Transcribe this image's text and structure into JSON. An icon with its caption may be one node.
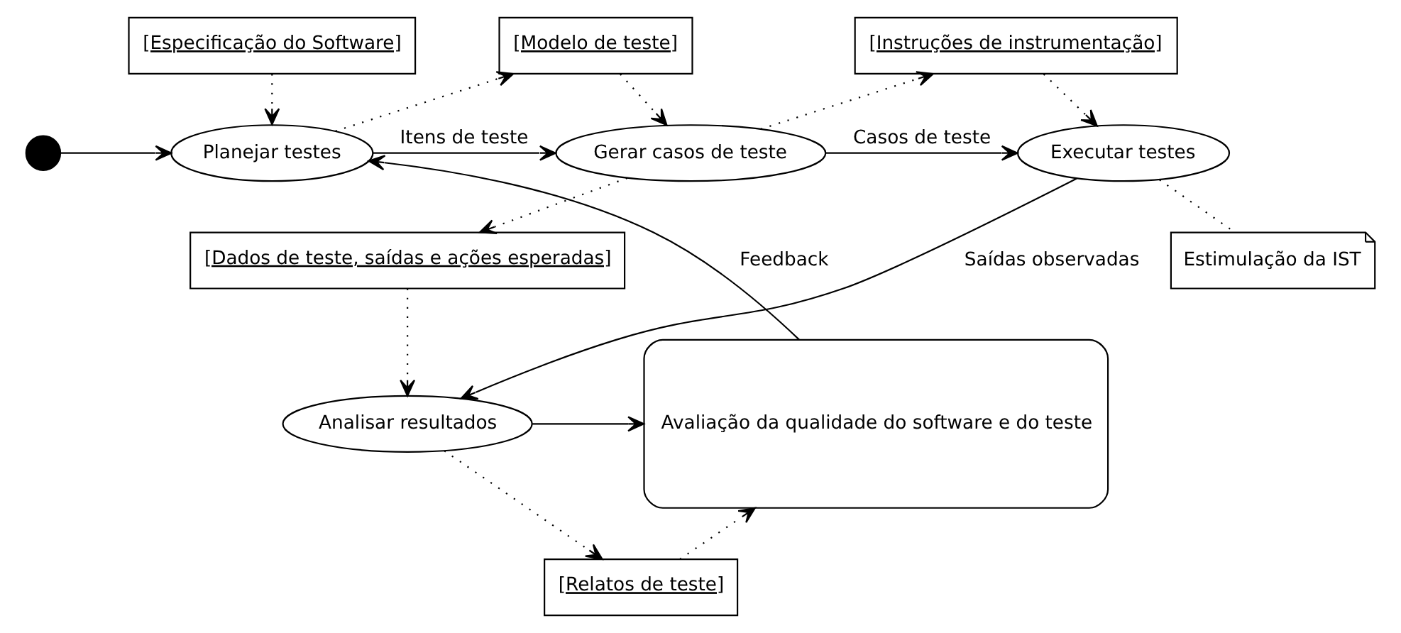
{
  "diagram": {
    "nodes": [
      {
        "text": [],
        "shape": "circle"
      },
      {
        "text": [
          "[Especificação do Software]"
        ]
      },
      {
        "text": [
          "Planejar testes"
        ]
      },
      {
        "text": [
          "[Modelo de teste]"
        ]
      },
      {
        "text": [
          "Gerar casos de teste"
        ]
      },
      {
        "text": [
          "[Instruções de instrumentação]"
        ]
      },
      {
        "text": [
          "Executar testes"
        ]
      },
      {
        "text": [
          "Estimulação da IST"
        ]
      },
      {
        "text": [
          "[Dados de teste, saídas e ações esperadas]"
        ]
      },
      {
        "text": [
          "Avaliação da qualidade do software e do teste"
        ]
      },
      {
        "text": [
          "Analisar resultados"
        ]
      },
      {
        "text": [
          "[Relatos de teste]"
        ]
      }
    ],
    "edges": [
      {
        "from": 0,
        "to": 2,
        "arrow": "to"
      },
      {
        "from": 1,
        "to": 2,
        "arrow": "to",
        "style": "dashed"
      },
      {
        "from": 2,
        "to": 3,
        "arrow": "to",
        "style": "dashed"
      },
      {
        "from": 3,
        "to": 4,
        "arrow": "to",
        "style": "dashed"
      },
      {
        "from": 2,
        "to": 4,
        "arrow": "to",
        "label": "Itens de teste"
      },
      {
        "from": 4,
        "to": 5,
        "arrow": "to",
        "style": "dashed"
      },
      {
        "from": 5,
        "to": 6,
        "arrow": "to",
        "style": "dashed"
      },
      {
        "from": 4,
        "to": 6,
        "arrow": "to",
        "label": "Casos de teste"
      },
      {
        "from": 6,
        "to": 7,
        "arrow": "none",
        "style": "dashed"
      },
      {
        "from": 4,
        "to": 8,
        "arrow": "to",
        "style": "dashed"
      },
      {
        "from": 8,
        "to": 10,
        "arrow": "to",
        "style": "dashed"
      },
      {
        "from": 6,
        "to": 10,
        "arrow": "to",
        "label": "Saídas observadas"
      },
      {
        "from": 10,
        "to": 9,
        "arrow": "to"
      },
      {
        "from": 9,
        "to": 2,
        "arrow": "to",
        "label": "Feedback"
      },
      {
        "from": 10,
        "to": 11,
        "arrow": "to",
        "style": "dashed"
      },
      {
        "from": 11,
        "to": 9,
        "arrow": "to",
        "style": "dashed"
      }
    ]
  }
}
